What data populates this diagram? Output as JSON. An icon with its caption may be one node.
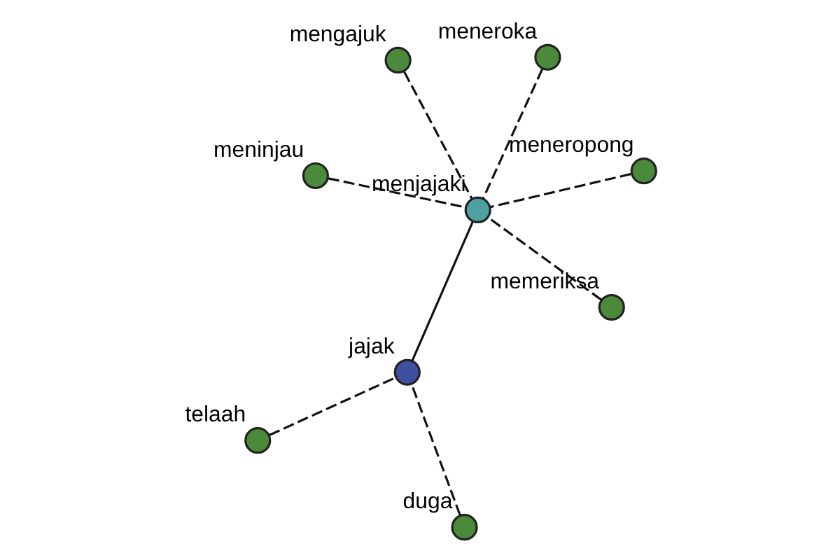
{
  "diagram": {
    "nodes": [
      {
        "text": [
          "telaah"
        ]
      },
      {
        "text": [
          "duga"
        ]
      },
      {
        "text": [
          "jajak"
        ]
      },
      {
        "text": [
          "mengajuk"
        ]
      },
      {
        "text": [
          "meneroka"
        ]
      },
      {
        "text": [
          "meninjau"
        ]
      },
      {
        "text": [
          "menjajaki"
        ]
      },
      {
        "text": [
          "meneropong"
        ]
      },
      {
        "text": [
          "memeriksa"
        ]
      }
    ],
    "edges": [
      {
        "from": 0,
        "to": 2,
        "arrow": "none",
        "style": "dashed"
      },
      {
        "from": 1,
        "to": 2,
        "arrow": "none",
        "style": "dashed"
      },
      {
        "from": 2,
        "to": 6,
        "arrow": "none"
      },
      {
        "from": 3,
        "to": 6,
        "arrow": "none",
        "style": "dashed"
      },
      {
        "from": 4,
        "to": 6,
        "arrow": "none",
        "style": "dashed"
      },
      {
        "from": 5,
        "to": 6,
        "arrow": "none",
        "style": "dashed"
      },
      {
        "from": 7,
        "to": 6,
        "arrow": "none",
        "style": "dashed"
      },
      {
        "from": 8,
        "to": 6,
        "arrow": "none",
        "style": "dashed"
      }
    ]
  }
}
